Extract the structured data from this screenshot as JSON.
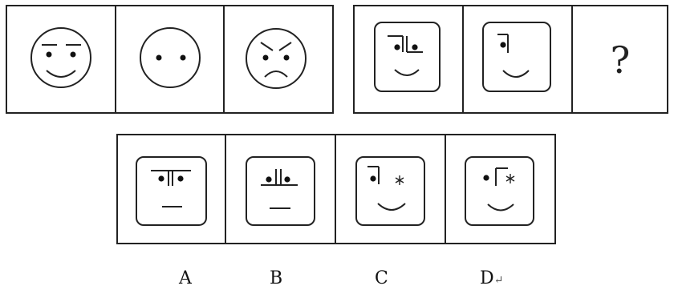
{
  "question_mark": "?",
  "options": [
    {
      "letter": "A"
    },
    {
      "letter": "B"
    },
    {
      "letter": "C"
    },
    {
      "letter": "D",
      "mark": "↵"
    }
  ]
}
